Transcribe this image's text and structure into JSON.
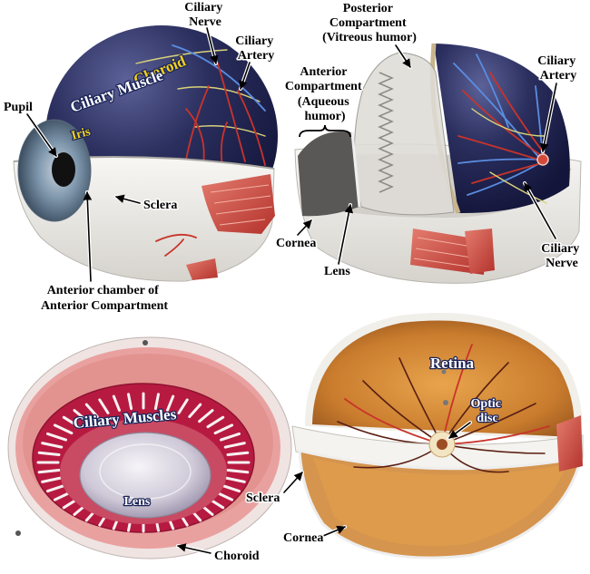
{
  "panel_eye_exterior": {
    "ciliary_nerve": [
      "Ciliary",
      "Nerve"
    ],
    "ciliary_artery": [
      "Ciliary",
      "Artery"
    ],
    "choroid": "Choroid",
    "ciliary_muscle": "Ciliary Muscle",
    "pupil": "Pupil",
    "iris": "Iris",
    "sclera": "Sclera",
    "anterior_chamber": [
      "Anterior chamber of",
      "Anterior Compartment"
    ]
  },
  "panel_eye_cutaway": {
    "posterior_compartment": [
      "Posterior",
      "Compartment",
      "(Vitreous humor)"
    ],
    "anterior_compartment": [
      "Anterior",
      "Compartment",
      "(Aqueous",
      "humor)"
    ],
    "ciliary_artery": [
      "Ciliary",
      "Artery"
    ],
    "cornea": "Cornea",
    "lens": "Lens",
    "ciliary_nerve": [
      "Ciliary",
      "Nerve"
    ]
  },
  "panel_anterior_bowl": {
    "ciliary_muscles": "Ciliary Muscles",
    "lens": "Lens",
    "choroid": "Choroid"
  },
  "panel_posterior_bowl": {
    "retina": "Retina",
    "optic_disc": [
      "Optic",
      "disc"
    ],
    "sclera": "Sclera",
    "cornea": "Cornea"
  },
  "colors": {
    "choroid_blue": "#2b2f5e",
    "sclera_white": "#eceae6",
    "muscle_red": "#c8463e",
    "ciliary_ring": "#b71a40",
    "bowl_pink": "#e9a1a0",
    "retina_orange": "#d08a3b"
  }
}
